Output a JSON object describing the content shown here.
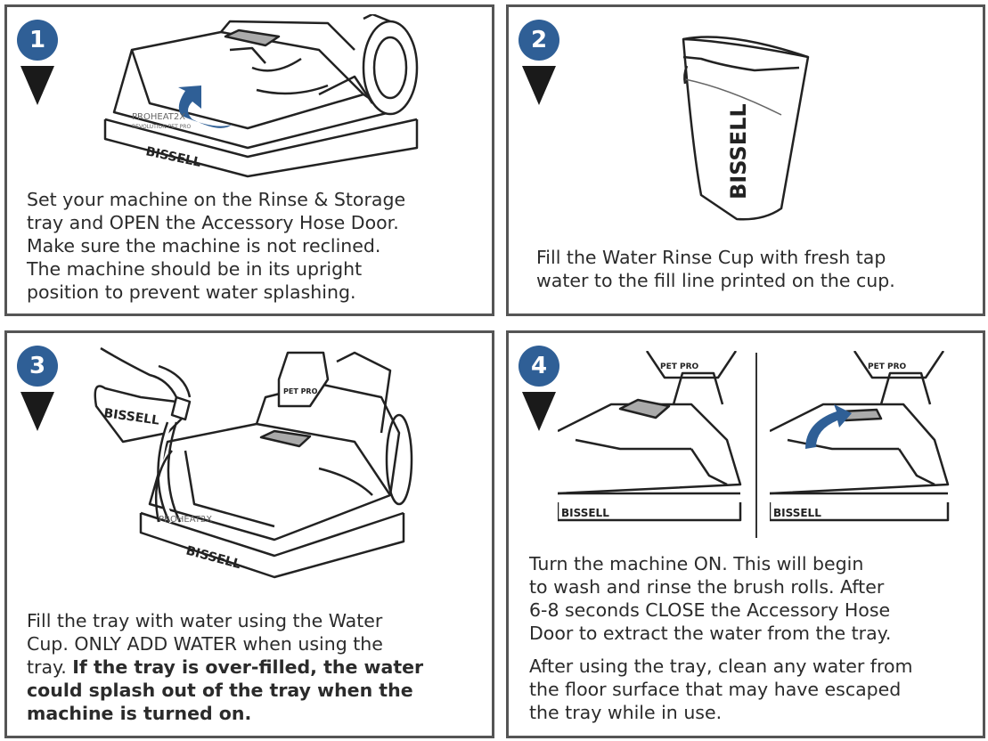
{
  "steps": [
    {
      "number": "1",
      "text": "Set your machine on the Rinse & Storage tray and OPEN the Accessory Hose Door. Make sure the machine is not reclined. The machine should be in its upright position to prevent water splashing.",
      "lines": [
        "Set your machine on the Rinse & Storage",
        "tray and OPEN the Accessory Hose Door.",
        "Make sure the machine is not reclined.",
        "The machine should be in its upright",
        "position to prevent water splashing."
      ]
    },
    {
      "number": "2",
      "lines": [
        "Fill the Water Rinse Cup with fresh tap",
        "water to the fill line printed on the cup."
      ]
    },
    {
      "number": "3",
      "lines": [
        "Fill the tray with water using the Water",
        "Cup. ONLY ADD WATER when using the",
        "tray."
      ],
      "bold_lines": [
        "If the tray is over-filled, the water",
        "could splash out of the tray when the",
        "machine is turned on."
      ]
    },
    {
      "number": "4",
      "lines": [
        "Turn the machine ON. This will begin",
        "to wash and rinse the brush rolls. After",
        "6-8 seconds CLOSE the Accessory Hose",
        "Door to extract the water from the tray."
      ],
      "lines2": [
        "After using the tray, clean any water from",
        "the floor surface that may have escaped",
        "the tray while in use."
      ]
    }
  ],
  "illustration_labels": {
    "brand": "BISSELL",
    "model_line1": "PROHEAT2X",
    "model_line2": "REVOLUTION PET PRO",
    "pet_pro": "PET PRO",
    "cup_brand": "BISSELL"
  },
  "colors": {
    "step_badge": "#2f5f96",
    "arrow_blue": "#2f5f96",
    "border": "#555555"
  }
}
